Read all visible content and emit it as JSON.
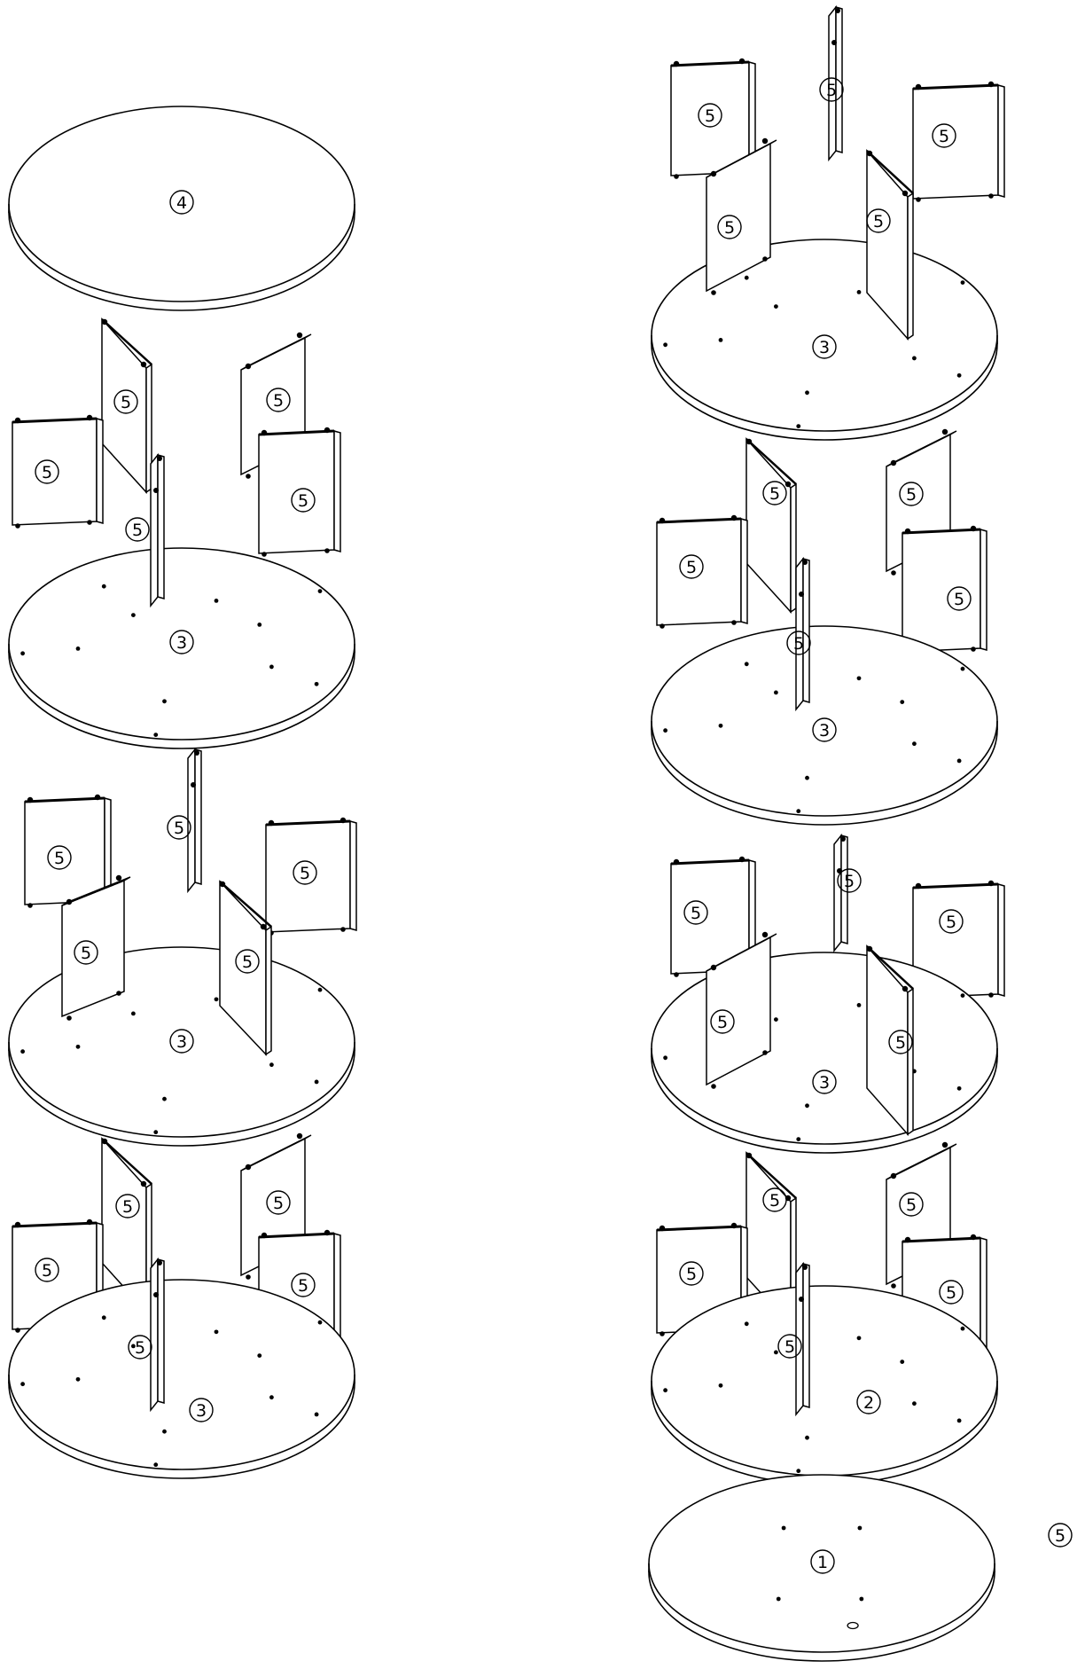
{
  "diagram": {
    "type": "exploded assembly",
    "columns": [
      {
        "name": "left",
        "stack_top_to_bottom": [
          {
            "part": "4",
            "kind": "round top",
            "panels": []
          },
          {
            "part": "3",
            "kind": "round shelf",
            "panels": [
              "5",
              "5",
              "5",
              "5",
              "5"
            ]
          },
          {
            "part": "3",
            "kind": "round shelf",
            "panels": [
              "5",
              "5",
              "5",
              "5",
              "5"
            ]
          },
          {
            "part": "3",
            "kind": "round shelf",
            "panels": [
              "5",
              "5",
              "5",
              "5",
              "5"
            ]
          }
        ]
      },
      {
        "name": "right",
        "stack_top_to_bottom": [
          {
            "part": "3",
            "kind": "round shelf",
            "panels": [
              "5",
              "5",
              "5",
              "5",
              "5"
            ]
          },
          {
            "part": "3",
            "kind": "round shelf",
            "panels": [
              "5",
              "5",
              "5",
              "5",
              "5"
            ]
          },
          {
            "part": "3",
            "kind": "round shelf",
            "panels": [
              "5",
              "5",
              "5",
              "5",
              "5"
            ]
          },
          {
            "part": "2",
            "kind": "round shelf",
            "panels": [
              "5",
              "5",
              "5",
              "5",
              "5"
            ]
          },
          {
            "part": "1",
            "kind": "round base",
            "panels": []
          }
        ]
      }
    ],
    "loose_label": "5",
    "colors": {
      "line": "#000000",
      "fill": "#ffffff"
    }
  },
  "labels": {
    "disk_label": "4",
    "panel_label": "5",
    "disk_l1": "3",
    "disk_l2": "3",
    "disk_l3": "3",
    "disk_r1": "3",
    "disk_r2": "3",
    "disk_r3": "3",
    "disk_r4": "2",
    "disk_r5": "1",
    "loose": "5"
  }
}
